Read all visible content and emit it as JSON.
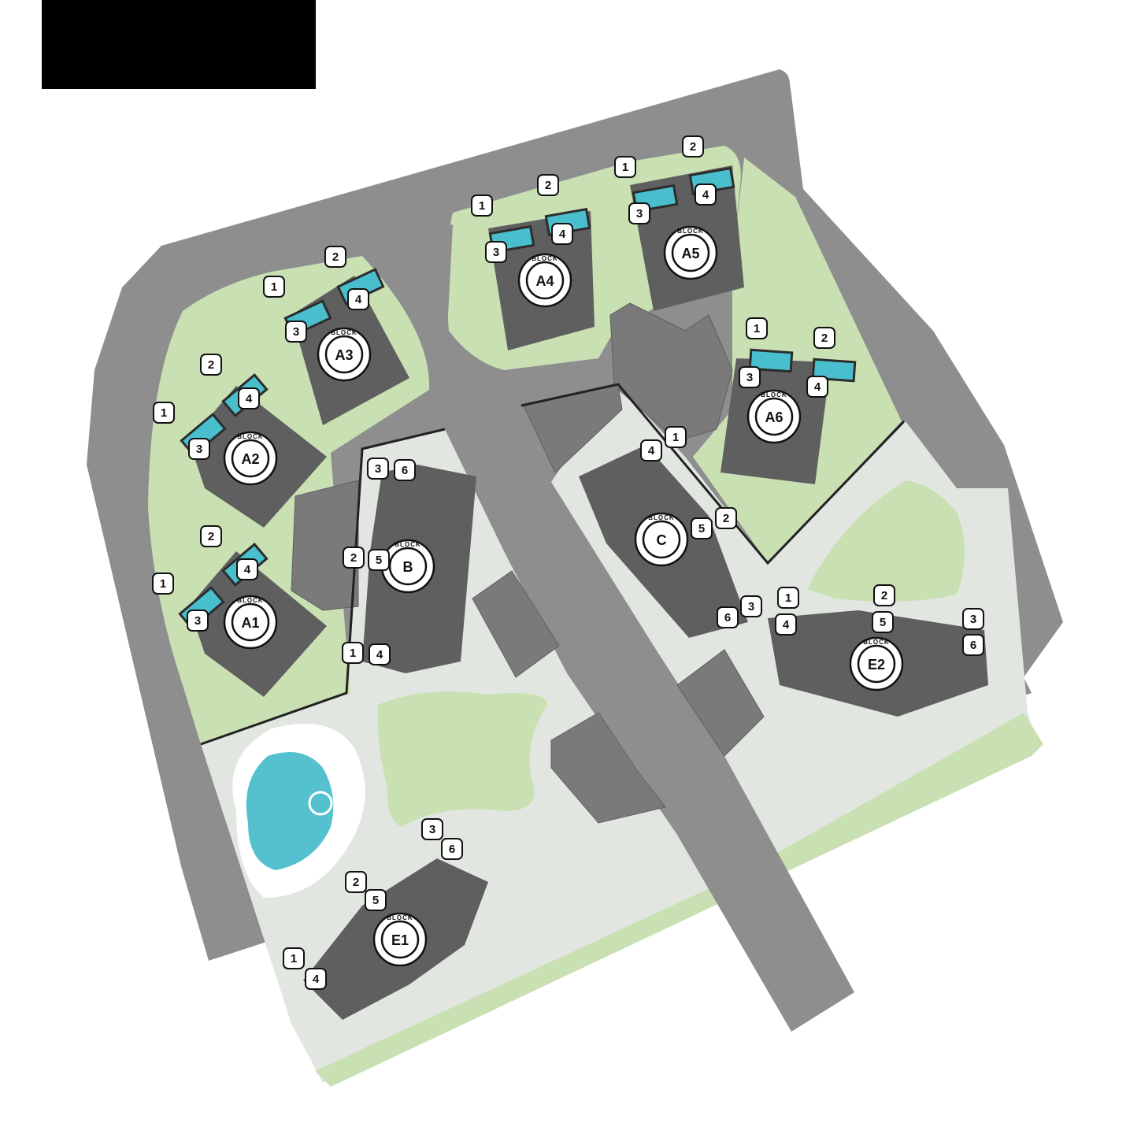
{
  "colors": {
    "road": "#8e8e8e",
    "lawn": "#c9e0b3",
    "plaza": "#e2e6e0",
    "building": "#5f5f5f",
    "pool": "#55c1cf",
    "terrace": "#49bfcd",
    "badge_fill": "#ffffff",
    "badge_stroke": "#111111",
    "boundary_line": "#222222",
    "parking": "#7a7a7a",
    "header_bar": "#000000"
  },
  "block_caption": "BLOCK",
  "blocks": [
    {
      "id": "A1",
      "units": [
        "1",
        "2",
        "3",
        "4"
      ]
    },
    {
      "id": "A2",
      "units": [
        "1",
        "2",
        "3",
        "4"
      ]
    },
    {
      "id": "A3",
      "units": [
        "1",
        "2",
        "3",
        "4"
      ]
    },
    {
      "id": "A4",
      "units": [
        "1",
        "2",
        "3",
        "4"
      ]
    },
    {
      "id": "A5",
      "units": [
        "1",
        "2",
        "3",
        "4"
      ]
    },
    {
      "id": "A6",
      "units": [
        "1",
        "2",
        "3",
        "4"
      ]
    },
    {
      "id": "B",
      "units": [
        "1",
        "2",
        "3",
        "4",
        "5",
        "6"
      ]
    },
    {
      "id": "C",
      "units": [
        "1",
        "2",
        "3",
        "4",
        "5",
        "6"
      ]
    },
    {
      "id": "E1",
      "units": [
        "1",
        "2",
        "3",
        "4",
        "5",
        "6"
      ]
    },
    {
      "id": "E2",
      "units": [
        "1",
        "2",
        "3",
        "4",
        "5",
        "6"
      ]
    }
  ],
  "icons": {
    "pool": "swimming-pool-icon"
  }
}
